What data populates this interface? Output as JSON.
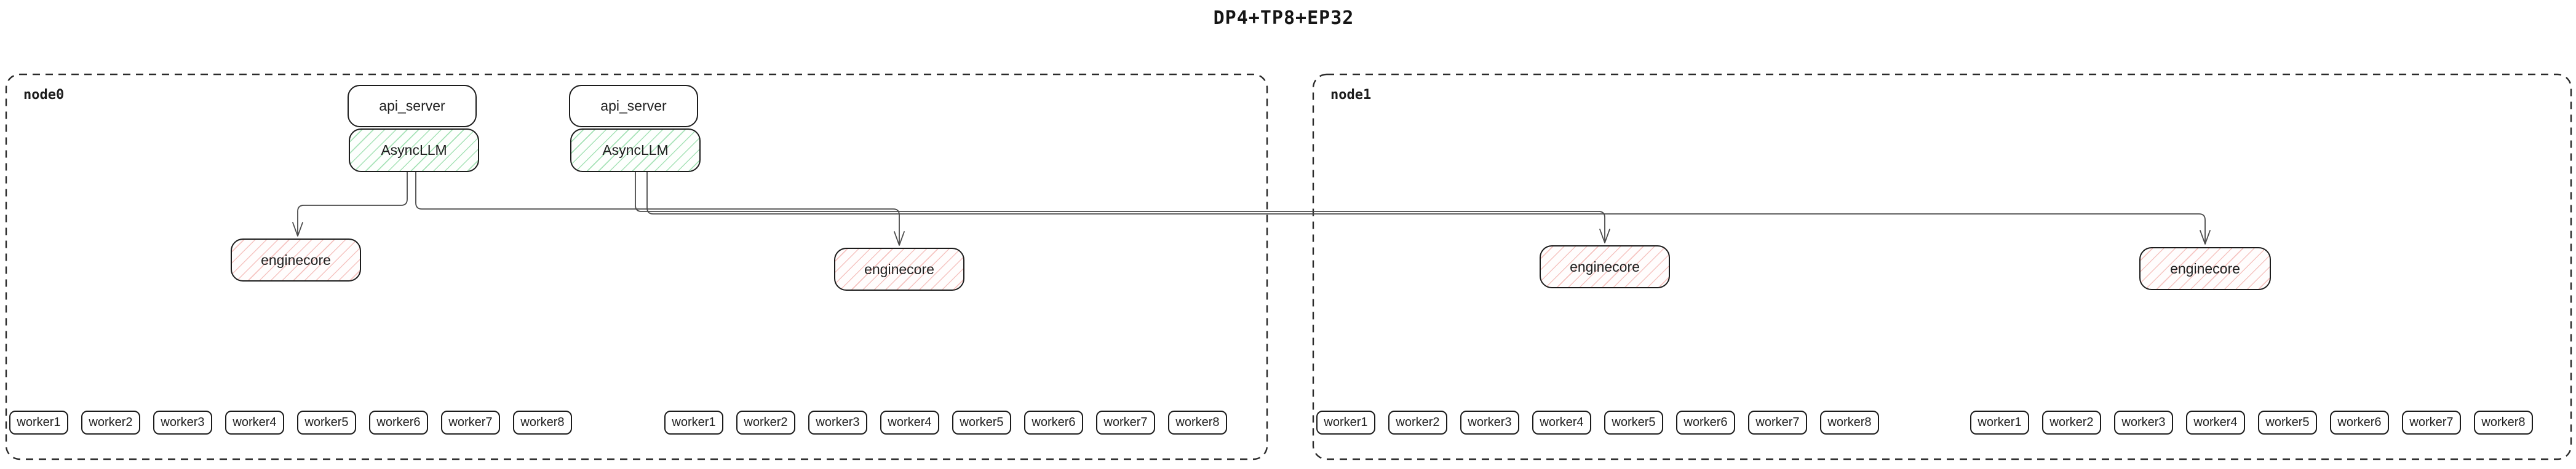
{
  "title": "DP4+TP8+EP32",
  "colors": {
    "box_border": "#1c1c1c",
    "node_border": "#2a2a2a",
    "green_hatch": "#78d291",
    "red_hatch": "#ec8c86",
    "connector": "#4a4a4a"
  },
  "nodes": [
    {
      "label": "node0",
      "stacks": [
        {
          "api_server": "api_server",
          "async_llm": "AsyncLLM"
        },
        {
          "api_server": "api_server",
          "async_llm": "AsyncLLM"
        }
      ],
      "enginecores": [
        "enginecore",
        "enginecore"
      ],
      "worker_groups": [
        [
          "worker1",
          "worker2",
          "worker3",
          "worker4",
          "worker5",
          "worker6",
          "worker7",
          "worker8"
        ],
        [
          "worker1",
          "worker2",
          "worker3",
          "worker4",
          "worker5",
          "worker6",
          "worker7",
          "worker8"
        ]
      ]
    },
    {
      "label": "node1",
      "enginecores": [
        "enginecore",
        "enginecore"
      ],
      "worker_groups": [
        [
          "worker1",
          "worker2",
          "worker3",
          "worker4",
          "worker5",
          "worker6",
          "worker7",
          "worker8"
        ],
        [
          "worker1",
          "worker2",
          "worker3",
          "worker4",
          "worker5",
          "worker6",
          "worker7",
          "worker8"
        ]
      ]
    }
  ],
  "connections": [
    {
      "from": "AsyncLLM-1",
      "to": "enginecore-1"
    },
    {
      "from": "AsyncLLM-1",
      "to": "enginecore-2"
    },
    {
      "from": "AsyncLLM-2",
      "to": "enginecore-3"
    },
    {
      "from": "AsyncLLM-2",
      "to": "enginecore-4"
    }
  ]
}
